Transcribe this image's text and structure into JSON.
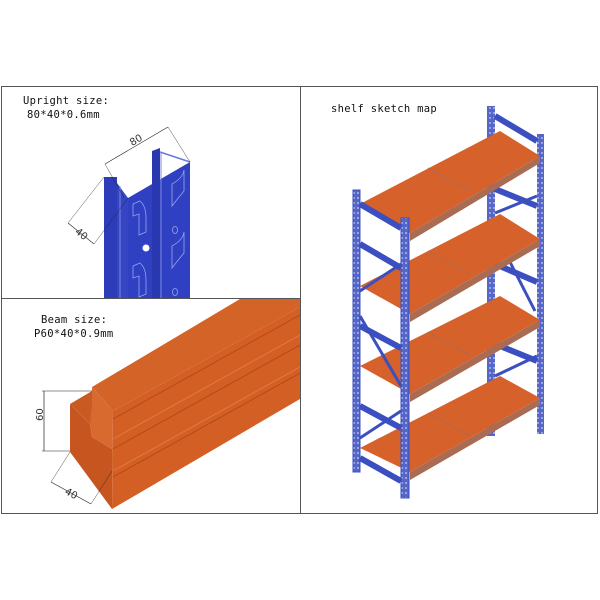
{
  "panels": {
    "upright": {
      "title": "Upright size:",
      "spec": "80*40*0.6mm",
      "dim_width": "80",
      "dim_depth": "40",
      "color": "#2f3fbf"
    },
    "beam": {
      "title": "Beam size:",
      "spec": "P60*40*0.9mm",
      "dim_height": "60",
      "dim_width": "40",
      "color": "#d35f24"
    },
    "shelf": {
      "title": "shelf sketch map",
      "levels": 4,
      "frame_color": "#3b4fc0",
      "deck_color": "#d7612a"
    }
  }
}
